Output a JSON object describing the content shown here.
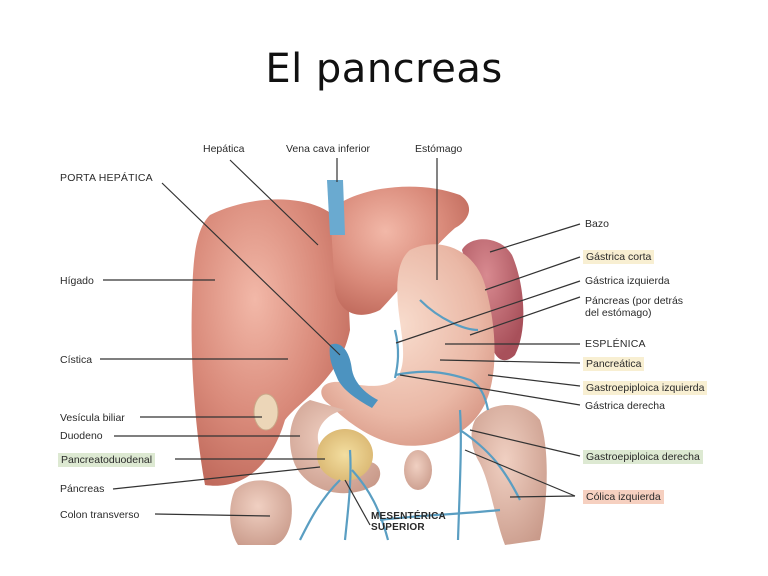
{
  "slide": {
    "title": "El pancreas"
  },
  "diagram": {
    "labels_top": {
      "hepatica": "Hepática",
      "vena_cava": "Vena cava inferior",
      "estomago": "Estómago"
    },
    "labels_left": {
      "porta_hepatica": "PORTA HEPÁTICA",
      "higado": "Hígado",
      "cistica": "Cística",
      "vesicula": "Vesícula biliar",
      "duodeno": "Duodeno",
      "pancreatoduodenal": "Pancreatoduodenal",
      "pancreas": "Páncreas",
      "colon": "Colon transverso"
    },
    "labels_right": {
      "bazo": "Bazo",
      "gastrica_corta": "Gástrica corta",
      "gastrica_izquierda": "Gástrica izquierda",
      "pancreas_detras_1": "Páncreas (por detrás",
      "pancreas_detras_2": "del estómago)",
      "esplenica": "ESPLÉNICA",
      "pancreatica": "Pancreática",
      "gastroepiploica_izq": "Gastroepiploica izquierda",
      "gastrica_derecha": "Gástrica derecha",
      "gastroepiploica_der": "Gastroepiploica derecha",
      "colica_izquierda": "Cólica izquierda"
    },
    "labels_bottom": {
      "mesenterica_1": "MESENTÉRICA",
      "mesenterica_2": "SUPERIOR"
    },
    "colors": {
      "liver": "#d98a7a",
      "stomach": "#eab8a6",
      "spleen": "#b8626a",
      "pancreas": "#e6c98a",
      "vessels": "#5a9ec2",
      "intestine": "#ddb3a3",
      "highlight_yellow": "#f8efd2",
      "highlight_green": "#dde9d2",
      "highlight_pink": "#f6d0c0"
    }
  }
}
